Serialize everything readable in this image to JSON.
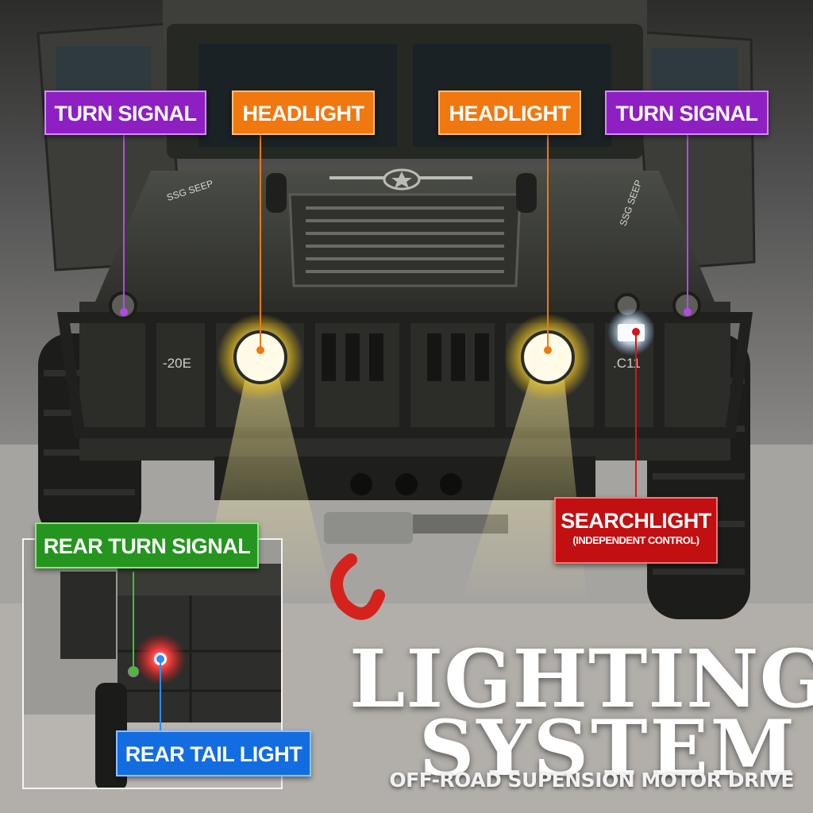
{
  "scene": {
    "subject": "truck-front-photo",
    "colors": {
      "turn_signal": "#8e1fc2",
      "headlight": "#f0780f",
      "searchlight": "#c20f12",
      "rear_turn_signal": "#25951f",
      "rear_tail_light": "#136de0"
    }
  },
  "labels": {
    "turn_signal_left": "TURN SIGNAL",
    "headlight_left": "HEADLIGHT",
    "headlight_right": "HEADLIGHT",
    "turn_signal_right": "TURN SIGNAL",
    "searchlight": "SEARCHLIGHT",
    "searchlight_note": "(INDEPENDENT CONTROL)",
    "rear_turn_signal": "REAR TURN SIGNAL",
    "rear_tail_light": "REAR TAIL LIGHT"
  },
  "vehicle_marks": {
    "plate_left": "-20E",
    "plate_right": ".C11",
    "hood_left": "SSG SEEP",
    "hood_right": "SSG SEEP"
  },
  "headline": {
    "line1": "LIGHTING",
    "line2": "SYSTEM",
    "subtitle": "OFF-ROAD SUPENSION MOTOR DRIVE"
  }
}
